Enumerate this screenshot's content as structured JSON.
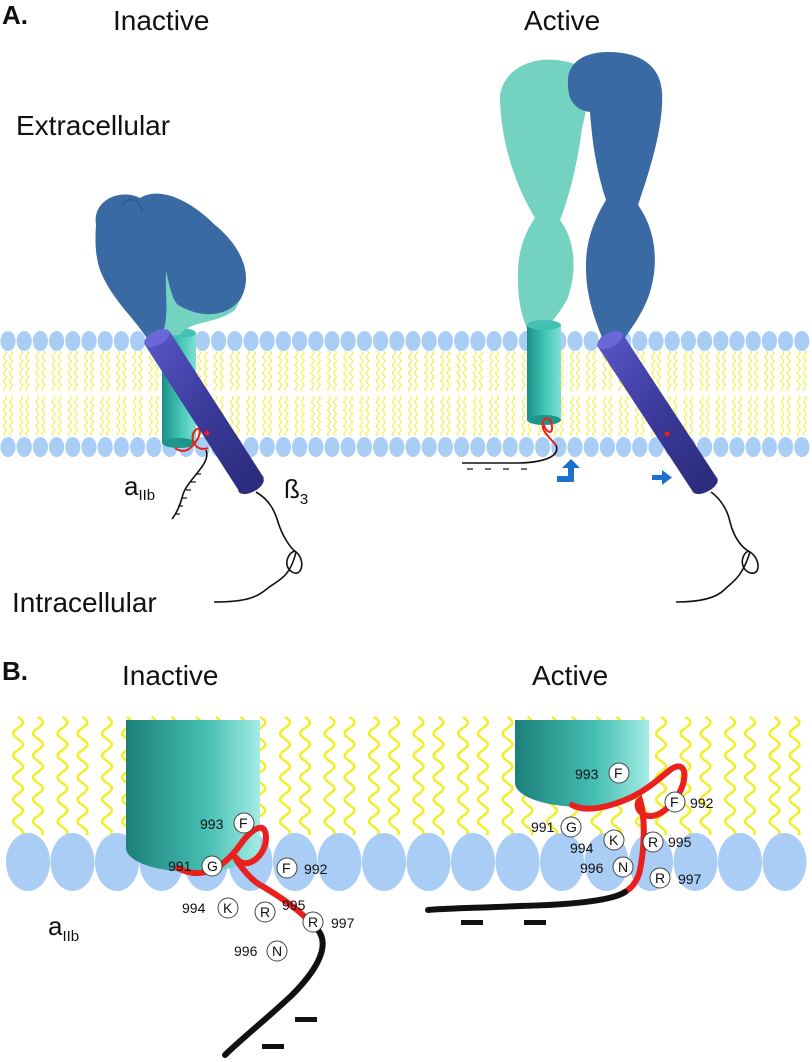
{
  "panel_a": {
    "label": "A.",
    "inactive_title": "Inactive",
    "active_title": "Active",
    "extracellular": "Extracellular",
    "intracellular": "Intracellular",
    "alpha_base": "a",
    "alpha_sub": "IIb",
    "beta_base": "ß",
    "beta_sub": "3",
    "arrow_color": "#1f6fd1"
  },
  "panel_b": {
    "label": "B.",
    "inactive_title": "Inactive",
    "active_title": "Active",
    "alpha_base": "a",
    "alpha_sub": "IIb",
    "inactive_residues": [
      {
        "num": "993",
        "aa": "F"
      },
      {
        "num": "991",
        "aa": "G"
      },
      {
        "num": "992",
        "aa": "F"
      },
      {
        "num": "994",
        "aa": "K"
      },
      {
        "num": "995",
        "aa": "R"
      },
      {
        "num": "997",
        "aa": "R"
      },
      {
        "num": "996",
        "aa": "N"
      }
    ],
    "active_residues": [
      {
        "num": "993",
        "aa": "F"
      },
      {
        "num": "992",
        "aa": "F"
      },
      {
        "num": "991",
        "aa": "G"
      },
      {
        "num": "994",
        "aa": "K"
      },
      {
        "num": "995",
        "aa": "R"
      },
      {
        "num": "996",
        "aa": "N"
      },
      {
        "num": "997",
        "aa": "R"
      }
    ]
  },
  "colors": {
    "membrane_head": "#a9cdf5",
    "lipid_tail": "#f2ee2a",
    "alpha_subunit": "#6fd0bd",
    "beta_subunit": "#3a6aa3",
    "tm_alpha": "#2fb2a5",
    "tm_beta": "#3f3d9e",
    "linker": "#e8201e",
    "tail": "#111111"
  }
}
